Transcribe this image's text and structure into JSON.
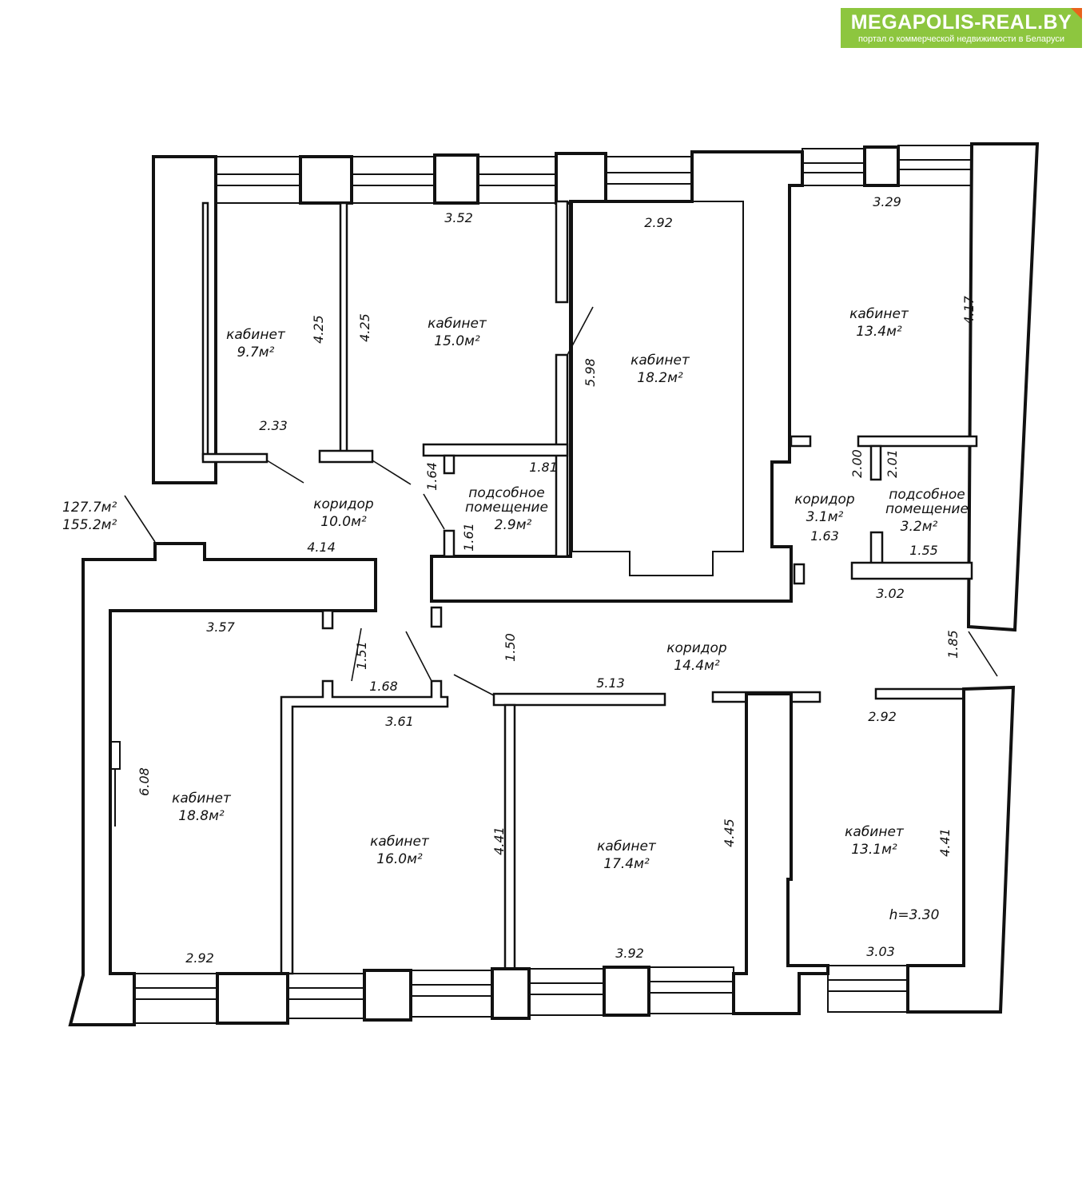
{
  "branding": {
    "title": "MEGAPOLIS-REAL.BY",
    "subtitle": "портал о коммерческой недвижимости в Беларуси",
    "bg_color": "#8dc63f",
    "corner_color": "#e8631c"
  },
  "totals": {
    "area_1": "127.7м²",
    "area_2": "155.2м²"
  },
  "rooms": [
    {
      "name": "кабинет",
      "area": "9.7м²"
    },
    {
      "name": "кабинет",
      "area": "15.0м²"
    },
    {
      "name": "кабинет",
      "area": "18.2м²"
    },
    {
      "name": "кабинет",
      "area": "13.4м²"
    },
    {
      "name": "коридор",
      "area": "10.0м²"
    },
    {
      "name": "подсобное",
      "name2": "помещение",
      "area": "2.9м²"
    },
    {
      "name": "коридор",
      "area": "3.1м²"
    },
    {
      "name": "подсобное",
      "name2": "помещение",
      "area": "3.2м²"
    },
    {
      "name": "коридор",
      "area": "14.4м²"
    },
    {
      "name": "кабинет",
      "area": "18.8м²"
    },
    {
      "name": "кабинет",
      "area": "16.0м²"
    },
    {
      "name": "кабинет",
      "area": "17.4м²"
    },
    {
      "name": "кабинет",
      "area": "13.1м²"
    }
  ],
  "dimensions": [
    "3.52",
    "2.92",
    "3.29",
    "4.25",
    "4.25",
    "5.98",
    "4.17",
    "2.33",
    "1.64",
    "1.81",
    "2.00",
    "2.01",
    "1.61",
    "1.63",
    "1.55",
    "4.14",
    "3.02",
    "3.57",
    "1.51",
    "1.50",
    "1.85",
    "1.68",
    "5.13",
    "3.61",
    "2.92",
    "6.08",
    "4.41",
    "4.45",
    "4.41",
    "2.92",
    "3.92",
    "3.03"
  ],
  "ceiling_height": "h=3.30"
}
